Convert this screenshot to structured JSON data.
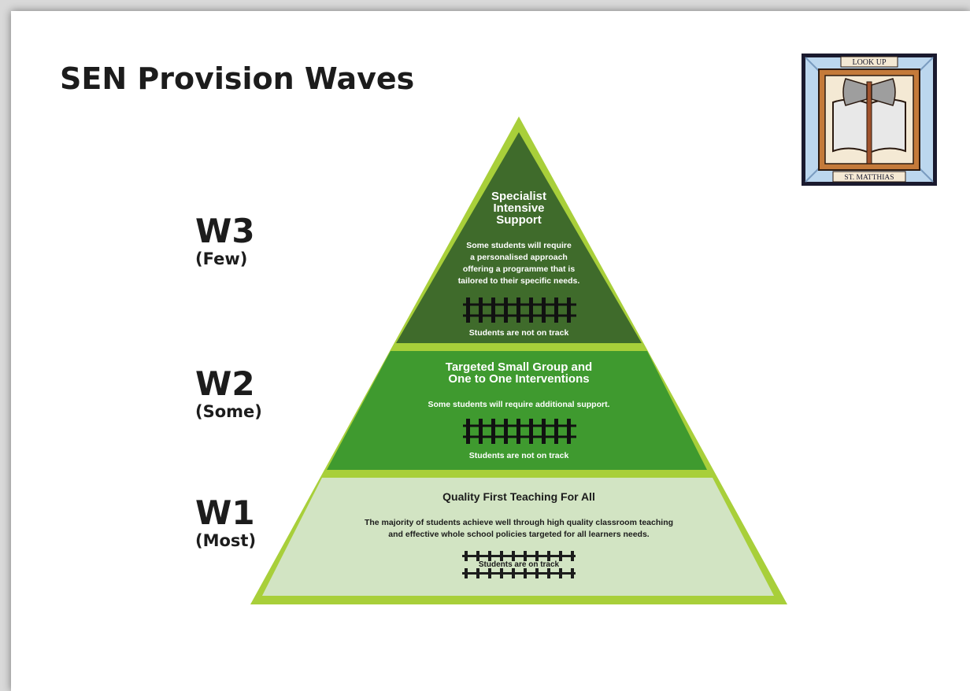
{
  "title": "SEN Provision Waves",
  "waves": [
    {
      "code": "W3",
      "amount": "(Few)"
    },
    {
      "code": "W2",
      "amount": "(Some)"
    },
    {
      "code": "W1",
      "amount": "(Most)"
    }
  ],
  "tiers": {
    "w3": {
      "title_lines": [
        "Specialist",
        "Intensive",
        "Support"
      ],
      "body_lines": [
        "Some students will require",
        "a personalised approach",
        "offering a programme that is",
        "tailored to their specific needs."
      ],
      "status": "Students are not on track"
    },
    "w2": {
      "title_lines": [
        "Targeted Small Group and",
        "One to One Interventions"
      ],
      "body_lines": [
        "Some students will require additional support."
      ],
      "status": "Students are not on track"
    },
    "w1": {
      "title_lines": [
        "Quality First Teaching For All"
      ],
      "body_lines": [
        "The majority of students achieve well through high quality classroom teaching",
        "and effective whole school policies targeted for all learners needs."
      ],
      "status": "Students are on track"
    }
  },
  "logo": {
    "top_text": "LOOK UP",
    "bottom_text": "ST. MATTHIAS"
  },
  "colors": {
    "tier3": "#3f6b2b",
    "tier2": "#3f9a2f",
    "tier1": "#d2e4c3",
    "outline": "#a8cf3a"
  }
}
